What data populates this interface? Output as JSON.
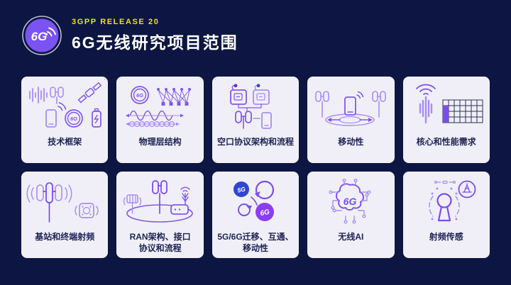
{
  "header": {
    "eyebrow": "3GPP RELEASE 20",
    "title": "6G无线研究项目范围",
    "logo_text": "6G"
  },
  "colors": {
    "bg": "#0d1642",
    "card": "#f0eff7",
    "yellow": "#f0e300",
    "navy": "#1e2355",
    "purple": "#7a4df0",
    "purpleLight": "#a78df5",
    "blue": "#2f45d4",
    "logoPurple": "#7b52f3"
  },
  "icon_text": {
    "six_g": "6G",
    "five_g": "5G"
  },
  "grid": {
    "items": [
      {
        "label": "技术框架",
        "icon": "tech-framework-icon"
      },
      {
        "label": "物理层结构",
        "icon": "physical-layer-icon"
      },
      {
        "label": "空口协议架构和流程",
        "icon": "air-interface-protocol-icon"
      },
      {
        "label": "移动性",
        "icon": "mobility-icon"
      },
      {
        "label": "核心和性能需求",
        "icon": "core-performance-icon"
      },
      {
        "label": "基站和终端射频",
        "icon": "bs-terminal-rf-icon"
      },
      {
        "label": "RAN架构、接口\n协议和流程",
        "icon": "ran-architecture-icon"
      },
      {
        "label": "5G/6G迁移、互通、\n移动性",
        "icon": "migration-interworking-icon"
      },
      {
        "label": "无线AI",
        "icon": "wireless-ai-icon"
      },
      {
        "label": "射频传感",
        "icon": "rf-sensing-icon"
      }
    ]
  }
}
